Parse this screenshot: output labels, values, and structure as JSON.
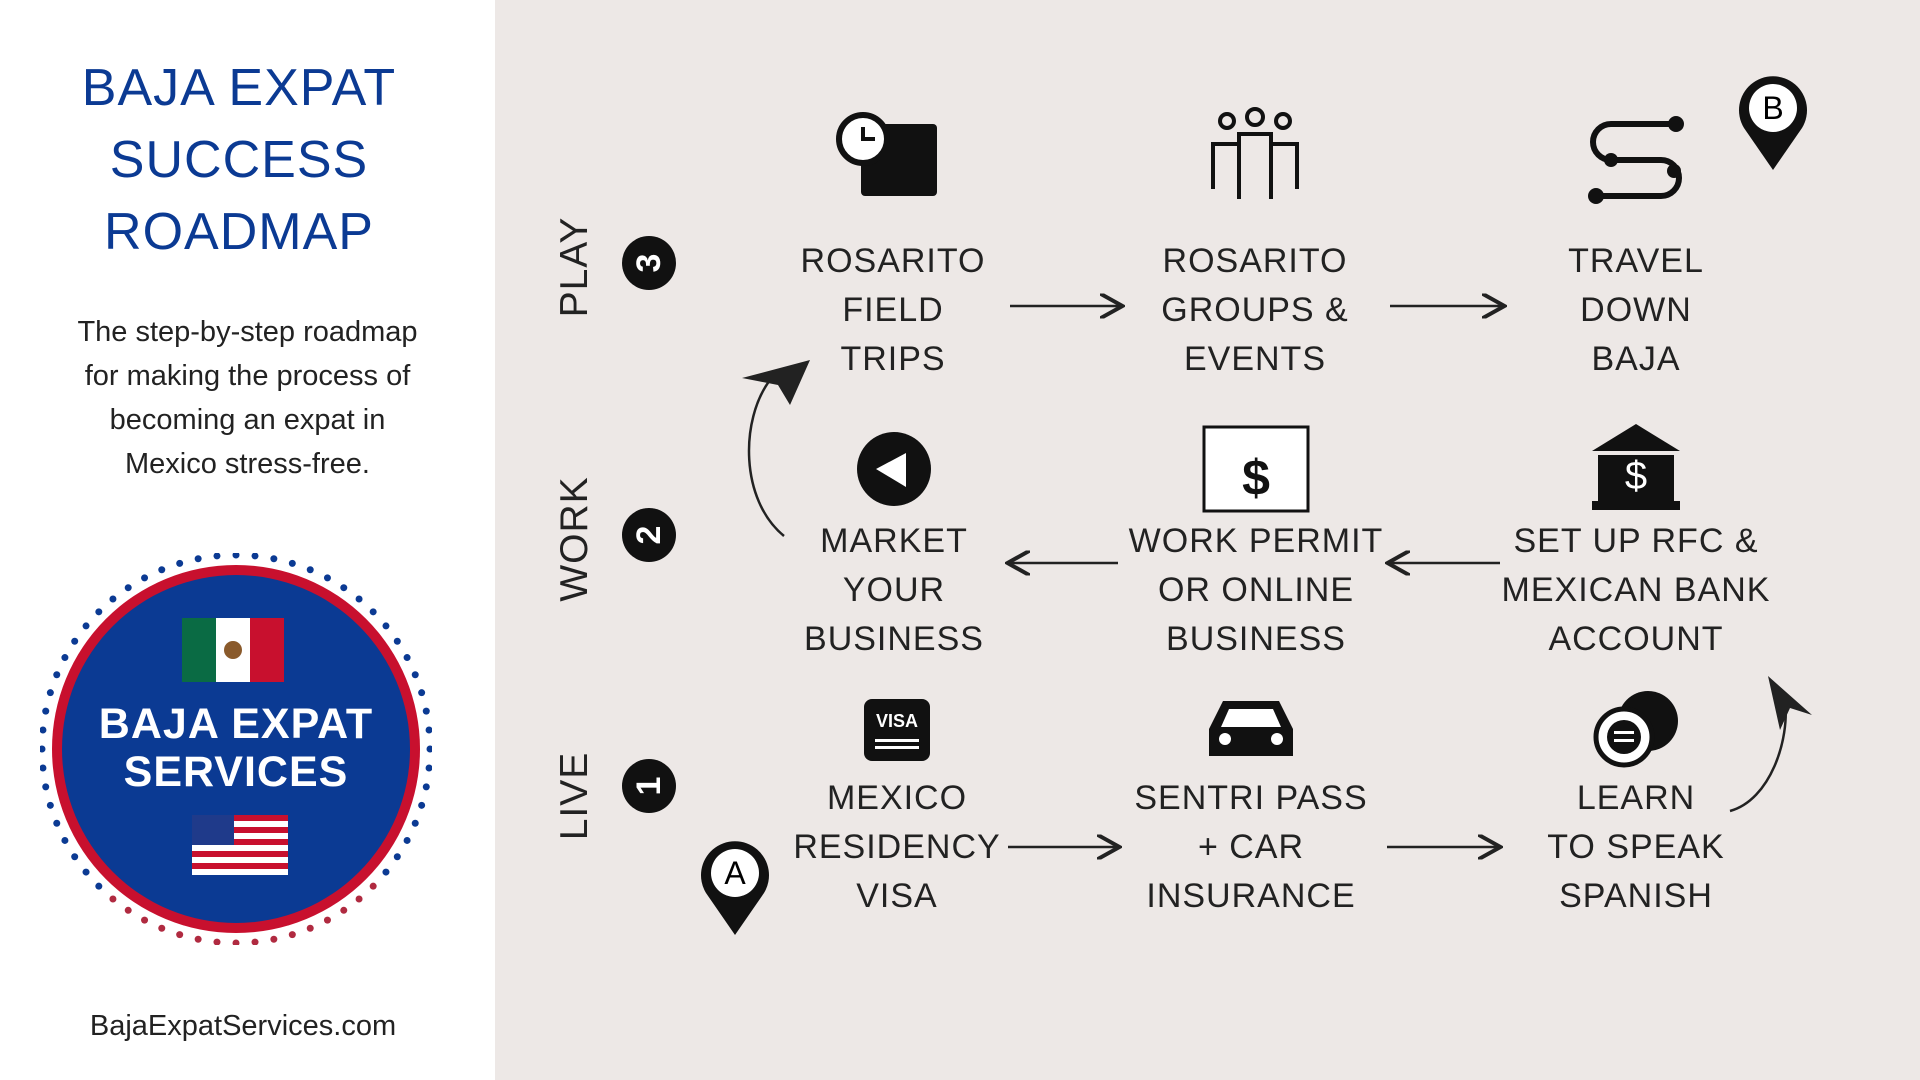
{
  "title": [
    "BAJA EXPAT",
    "SUCCESS",
    "ROADMAP"
  ],
  "description": [
    "The step-by-step roadmap",
    "for making the process of",
    "becoming an expat in",
    "Mexico stress-free."
  ],
  "logo": {
    "line1": "BAJA EXPAT",
    "line2": "SERVICES"
  },
  "website": "BajaExpatServices.com",
  "phases": [
    {
      "label": "PLAY",
      "number": "3"
    },
    {
      "label": "WORK",
      "number": "2"
    },
    {
      "label": "LIVE",
      "number": "1"
    }
  ],
  "steps": {
    "play": [
      {
        "lines": [
          "ROSARITO",
          "FIELD",
          "TRIPS"
        ],
        "icon": "calendar-clock-icon"
      },
      {
        "lines": [
          "ROSARITO",
          "GROUPS &",
          "EVENTS"
        ],
        "icon": "group-icon"
      },
      {
        "lines": [
          "TRAVEL",
          "DOWN",
          "BAJA"
        ],
        "icon": "route-icon"
      }
    ],
    "work": [
      {
        "lines": [
          "MARKET",
          "YOUR",
          "BUSINESS"
        ],
        "icon": "megaphone-icon"
      },
      {
        "lines": [
          "WORK PERMIT",
          "OR ONLINE",
          "BUSINESS"
        ],
        "icon": "browser-dollar-icon"
      },
      {
        "lines": [
          "SET UP RFC &",
          "MEXICAN BANK",
          "ACCOUNT"
        ],
        "icon": "bank-icon"
      }
    ],
    "live": [
      {
        "lines": [
          "MEXICO",
          "RESIDENCY",
          "VISA"
        ],
        "icon": "visa-card-icon"
      },
      {
        "lines": [
          "SENTRI PASS",
          "+ CAR",
          "INSURANCE"
        ],
        "icon": "car-icon"
      },
      {
        "lines": [
          "LEARN",
          "TO SPEAK",
          "SPANISH"
        ],
        "icon": "chat-bubbles-icon"
      }
    ]
  },
  "pins": {
    "start": "A",
    "end": "B"
  },
  "colors": {
    "brand_blue": "#0b3a93",
    "ring_red": "#c8102e",
    "panel_bg": "#ede8e6"
  }
}
